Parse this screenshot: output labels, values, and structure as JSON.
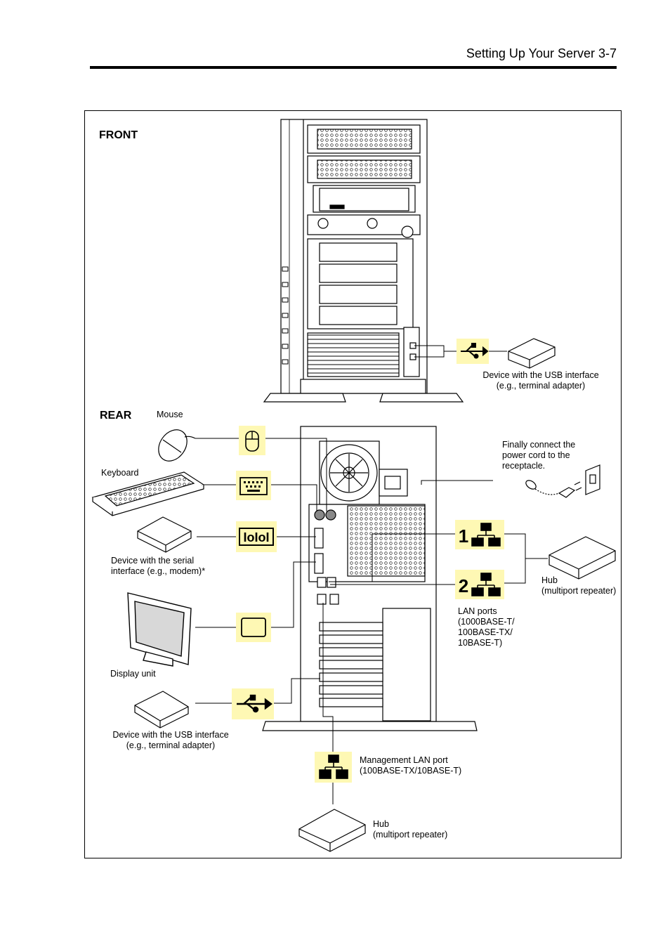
{
  "header": {
    "title": "Setting Up Your Server    3-7"
  },
  "sections": {
    "front": "FRONT",
    "rear": "REAR"
  },
  "labels": {
    "front_usb_device": "Device with the USB interface\n(e.g., terminal adapter)",
    "mouse": "Mouse",
    "keyboard": "Keyboard",
    "serial_device": "Device with the serial\ninterface (e.g., modem)*",
    "display": "Display unit",
    "rear_usb_device": "Device with the USB interface\n(e.g., terminal adapter)",
    "power": "Finally connect the\npower cord to the\nreceptacle.",
    "hub_right": "Hub\n(multiport repeater)",
    "lan_ports": "LAN ports\n(1000BASE-T/\n100BASE-TX/\n10BASE-T)",
    "mgmt_lan": "Management LAN port\n(100BASE-TX/10BASE-T)",
    "hub_bottom": "Hub\n(multiport repeater)",
    "lan_num_1": "1",
    "lan_num_2": "2"
  },
  "colors": {
    "icon_bg": "#fef8b4",
    "line": "#000000"
  },
  "icons": [
    "usb-icon",
    "mouse-port-icon",
    "keyboard-port-icon",
    "serial-port-icon",
    "display-port-icon",
    "lan-icon"
  ]
}
